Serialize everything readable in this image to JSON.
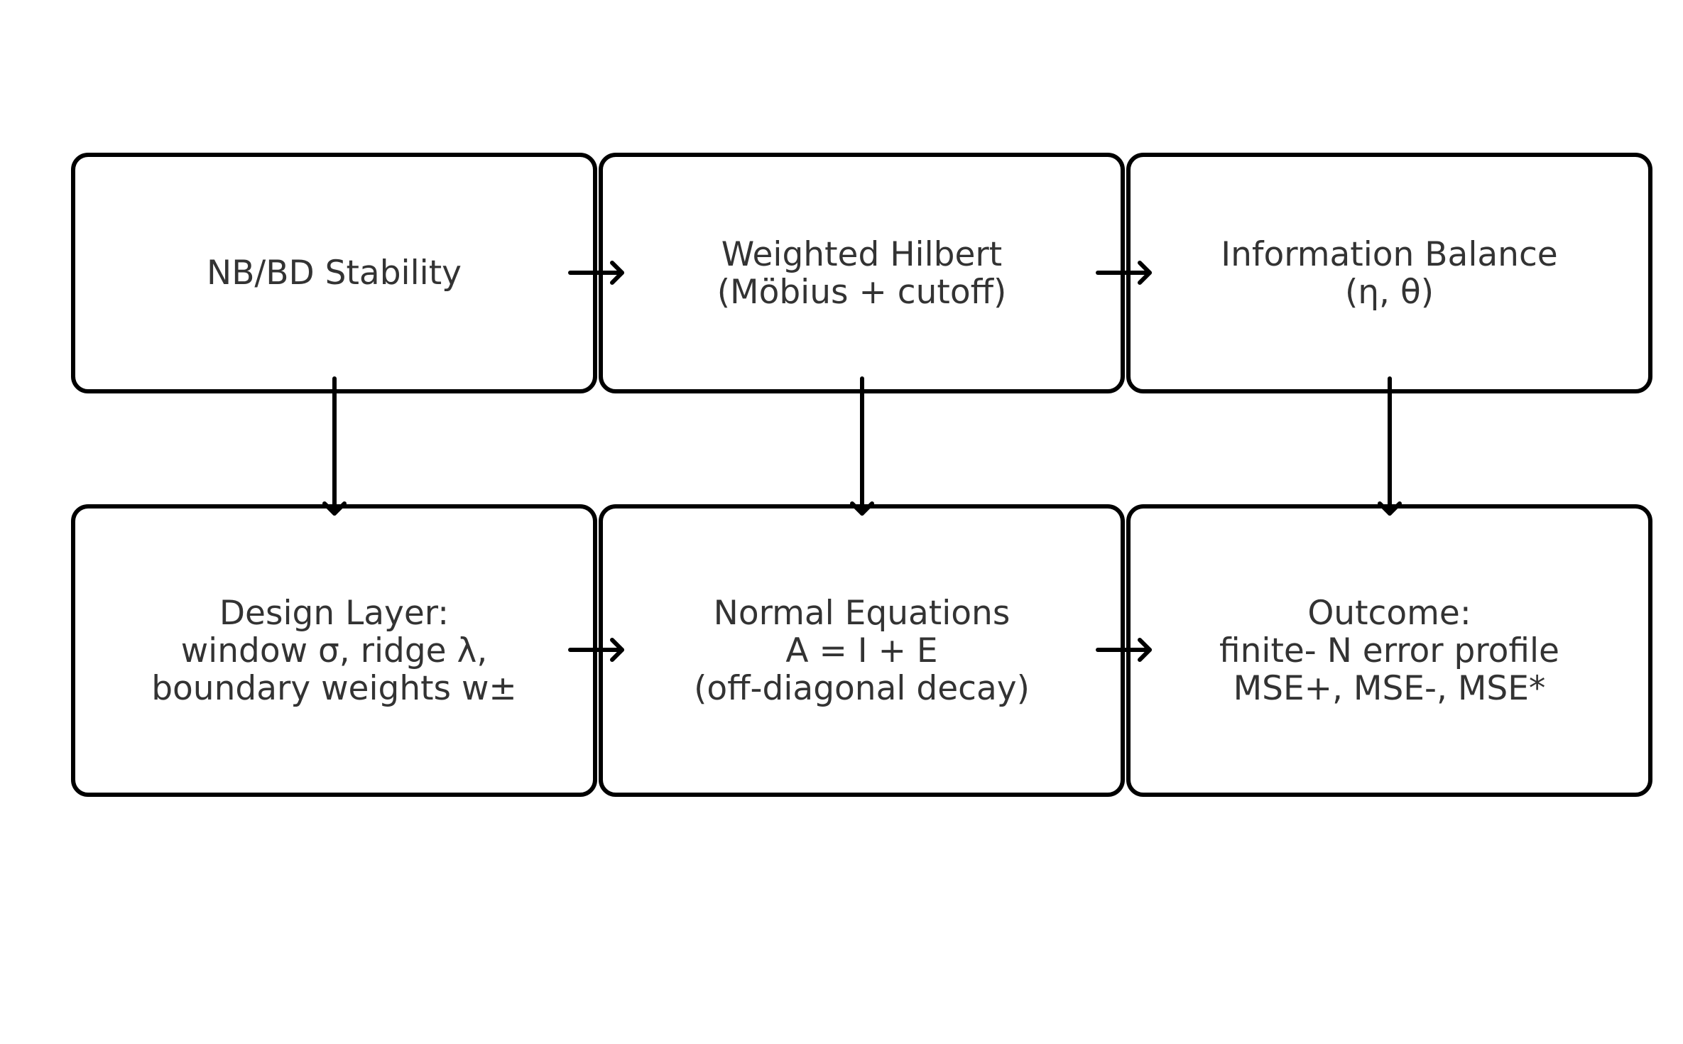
{
  "diagram": {
    "nodes": [
      {
        "id": "nb-bd-stability",
        "lines": [
          "NB/BD Stability"
        ]
      },
      {
        "id": "weighted-hilbert",
        "lines": [
          "Weighted Hilbert",
          "(Möbius + cutoff)"
        ]
      },
      {
        "id": "information-balance",
        "lines": [
          "Information Balance",
          "(η, θ)"
        ]
      },
      {
        "id": "design-layer",
        "lines": [
          "Design Layer:",
          "window σ, ridge λ,",
          "boundary weights w±"
        ]
      },
      {
        "id": "normal-equations",
        "lines": [
          "Normal Equations",
          "A = I + E",
          "(off-diagonal decay)"
        ]
      },
      {
        "id": "outcome",
        "lines": [
          "Outcome:",
          "finite- N error profile",
          "MSE+, MSE-, MSE*"
        ]
      }
    ],
    "edges": [
      {
        "from": "nb-bd-stability",
        "to": "weighted-hilbert"
      },
      {
        "from": "weighted-hilbert",
        "to": "information-balance"
      },
      {
        "from": "design-layer",
        "to": "normal-equations"
      },
      {
        "from": "normal-equations",
        "to": "outcome"
      },
      {
        "from": "nb-bd-stability",
        "to": "design-layer"
      },
      {
        "from": "weighted-hilbert",
        "to": "normal-equations"
      },
      {
        "from": "information-balance",
        "to": "outcome"
      }
    ],
    "colors": {
      "border": "#000000",
      "text": "#333333",
      "arrow": "#000000",
      "background": "#ffffff"
    }
  }
}
